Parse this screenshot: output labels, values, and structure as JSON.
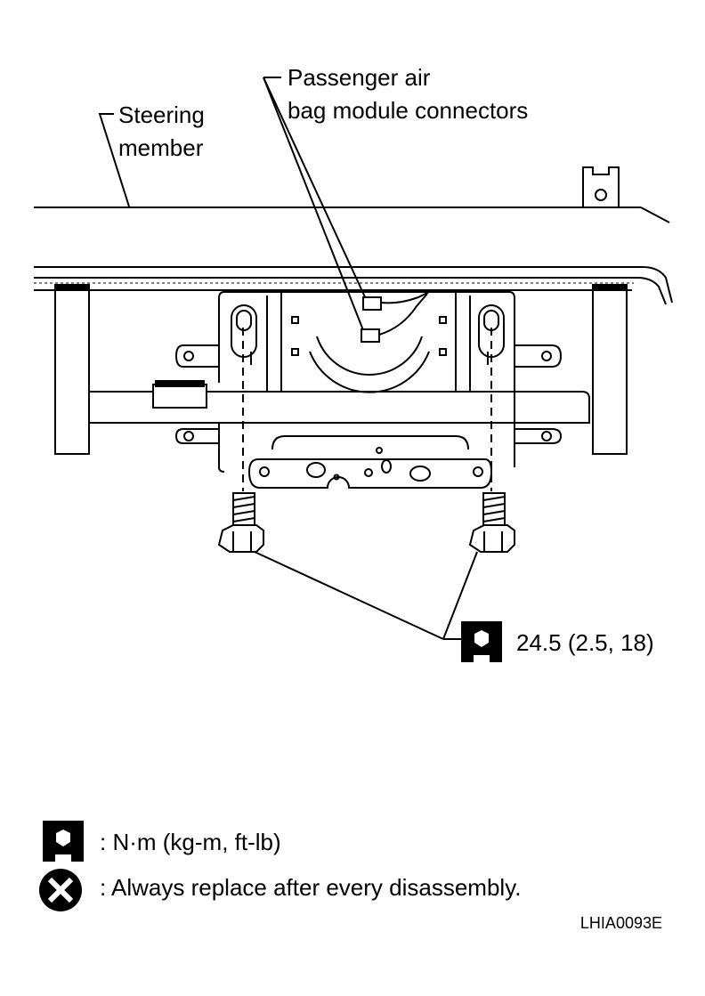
{
  "labels": {
    "connector_line1": "Passenger air",
    "connector_line2": "bag module connectors",
    "steering_line1": "Steering",
    "steering_line2": "member",
    "torque_spec": "24.5 (2.5, 18)"
  },
  "legend": {
    "torque_unit": ": N·m (kg-m, ft-lb)",
    "replace_note": ": Always replace after every disassembly."
  },
  "figure_id": "LHIA0093E",
  "icons": {
    "torque": "wrench-icon",
    "replace": "x-circle-icon"
  }
}
